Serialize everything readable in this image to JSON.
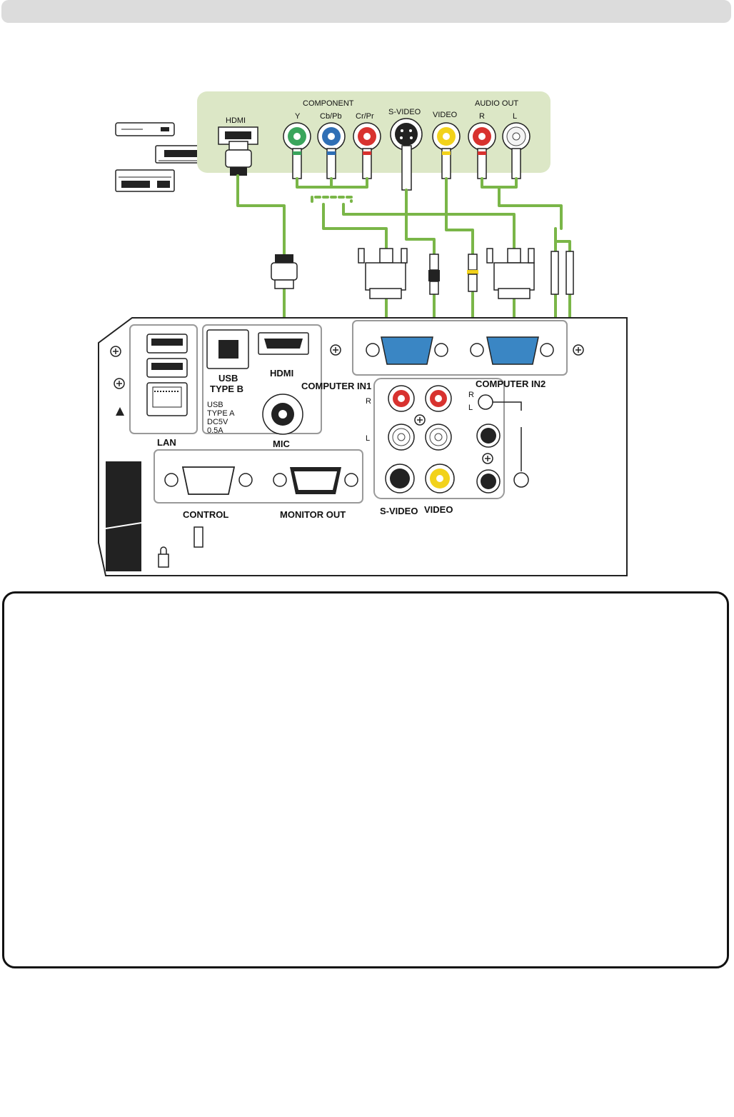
{
  "colors": {
    "cable": "#7ab648",
    "source_panel": "#dce7c6",
    "component_y": "#3aa55c",
    "component_cb": "#2f6fb5",
    "component_cr": "#d8322f",
    "video": "#f2d21b",
    "audio_r": "#d8322f",
    "audio_l": "#ffffff",
    "vga_port": "#3a86c4"
  },
  "source": {
    "hdmi": "HDMI",
    "component": "COMPONENT",
    "y": "Y",
    "cb_pb": "Cb/Pb",
    "cr_pr": "Cr/Pr",
    "s_video": "S-VIDEO",
    "video": "VIDEO",
    "audio_out": "AUDIO OUT",
    "audio_r": "R",
    "audio_l": "L"
  },
  "projector": {
    "usb_type_b_1": "USB",
    "usb_type_b_2": "TYPE B",
    "hdmi": "HDMI",
    "computer_in1": "COMPUTER IN1",
    "computer_in2": "COMPUTER IN2",
    "usb_type_a_1": "USB",
    "usb_type_a_2": "TYPE A",
    "usb_type_a_3": "DC5V",
    "usb_type_a_4": "0.5A",
    "lan": "LAN",
    "mic": "MIC",
    "audio_r": "R",
    "audio_l": "L",
    "control": "CONTROL",
    "monitor_out": "MONITOR OUT",
    "s_video": "S-VIDEO",
    "video": "VIDEO",
    "audio_out_r": "R",
    "audio_out_l": "L"
  }
}
